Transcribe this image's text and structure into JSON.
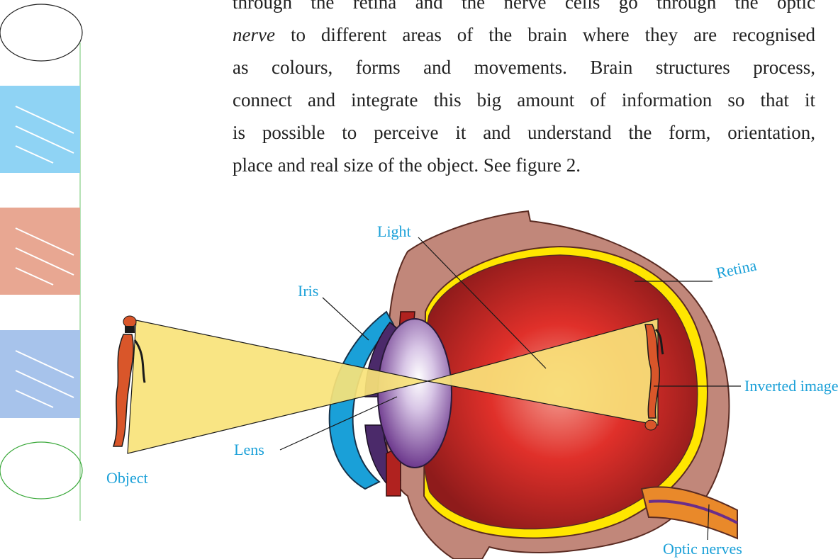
{
  "paragraph": {
    "line1": "through the retina and the nerve cells go through the optic",
    "line2_em": "nerve",
    "line2_rest": " to different areas of the brain where they are recognised",
    "line3": "as colours, forms and movements. Brain structures process,",
    "line4": "connect and integrate this big amount of information so that it",
    "line5": "is possible to perceive it and understand the form, orientation,",
    "line6": "place and real size of the object. See figure 2."
  },
  "figure": {
    "labels": {
      "light": "Light",
      "iris": "Iris",
      "retina": "Retina",
      "inverted_image": "Inverted image",
      "object": "Object",
      "lens": "Lens",
      "optic_nerves": "Optic nerves"
    },
    "colors": {
      "label": "#1aa0d8",
      "eye_outer": "#c1877a",
      "retina": "#ffe600",
      "vitreous": "#b0221f",
      "light_cone": "#f9e37a",
      "lens": "#8e5aa6",
      "cornea": "#1aa0d8",
      "optic_nerve": "#e9892a"
    }
  },
  "margin": {
    "colors": [
      "#8fd3f4",
      "#e8a792",
      "#a7c3eb"
    ]
  }
}
